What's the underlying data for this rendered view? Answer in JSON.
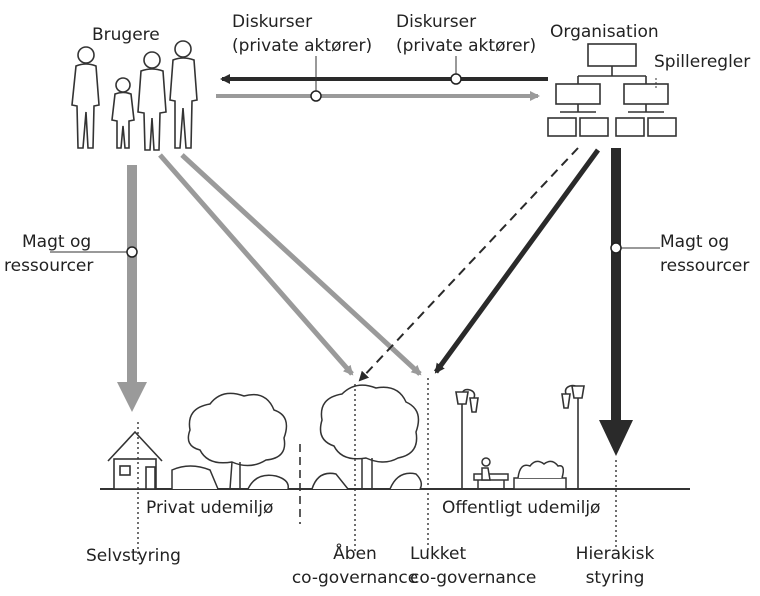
{
  "labels": {
    "users": "Brugere",
    "organisation": "Organisation",
    "rules": "Spilleregler",
    "discourse_left_1": "Diskurser",
    "discourse_left_2": "(private aktører)",
    "discourse_right_1": "Diskurser",
    "discourse_right_2": "(private aktører)",
    "power_left_1": "Magt og",
    "power_left_2": "ressourcer",
    "power_right_1": "Magt og",
    "power_right_2": "ressourcer",
    "private_space": "Privat udemiljø",
    "public_space": "Offentligt udemiljø",
    "self_governance": "Selvstyring",
    "open_co_1": "Åben",
    "open_co_2": "co-governance",
    "closed_co_1": "Lukket",
    "closed_co_2": "co-governance",
    "hier_1": "Hierakisk",
    "hier_2": "styring"
  },
  "colors": {
    "dark_arrow": "#2a2a2a",
    "grey_arrow": "#9a9a9a",
    "figure": "#ffffff",
    "outline": "#333333"
  },
  "icons": [
    "people-icon",
    "org-chart-icon",
    "house-icon",
    "tree-icon",
    "lamp-icon",
    "bench-icon",
    "planter-icon"
  ]
}
